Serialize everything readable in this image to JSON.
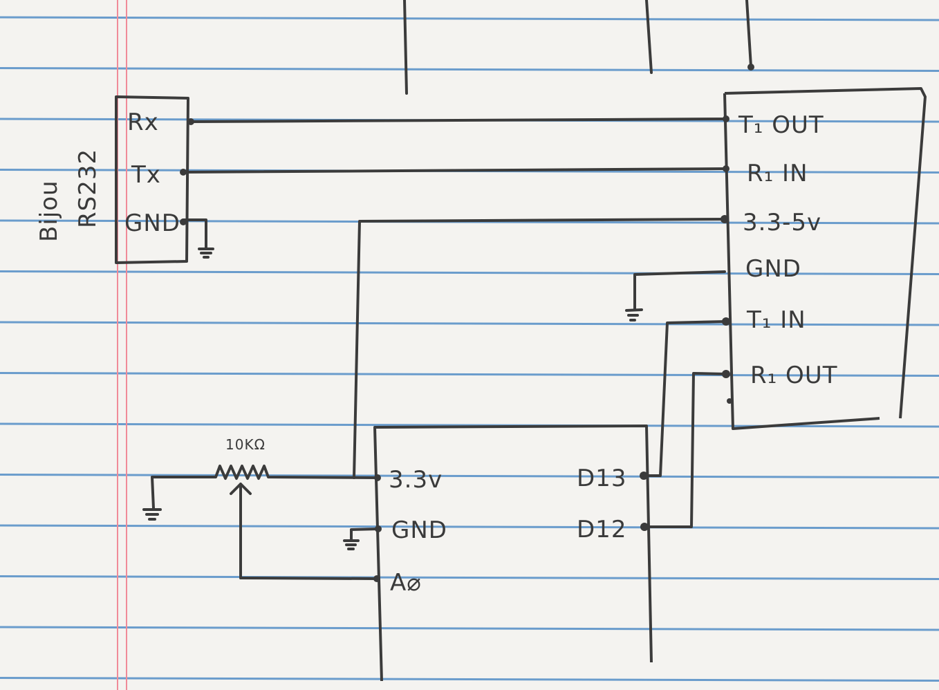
{
  "rs232_module": {
    "name_lines": [
      "Bijou",
      "RS232"
    ],
    "pins": [
      "Rx",
      "Tx",
      "GND"
    ]
  },
  "transceiver": {
    "pins": [
      "T₁ OUT",
      "R₁ IN",
      "3.3-5v",
      "GND",
      "T₁ IN",
      "R₁ OUT"
    ]
  },
  "microcontroller": {
    "left_pins": [
      "3.3v",
      "GND",
      "A⌀"
    ],
    "right_pins": [
      "D13",
      "D12"
    ]
  },
  "potentiometer": {
    "value_label": "10KΩ"
  }
}
